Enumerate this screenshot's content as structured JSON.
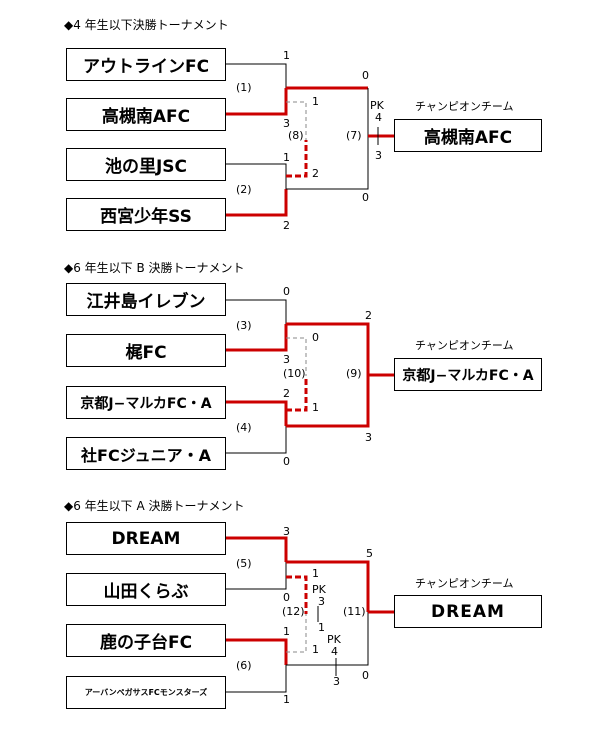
{
  "sections": [
    {
      "heading": "◆4 年生以下決勝トーナメント",
      "teams": [
        "アウトラインFC",
        "高槻南AFC",
        "池の里JSC",
        "西宮少年SS"
      ],
      "match_labels": [
        "(1)",
        "(2)",
        "(8)",
        "(7)"
      ],
      "scores": {
        "t1": "1",
        "t2": "3",
        "t3": "1",
        "t4": "2",
        "m8_top": "1",
        "m8_bot": "2",
        "f_top": "0",
        "f_bot": "0"
      },
      "pk": {
        "label": "PK",
        "top": "4",
        "bot": "3"
      },
      "champion_label": "チャンピオンチーム",
      "champion": "高槻南AFC"
    },
    {
      "heading": "◆6 年生以下 B 決勝トーナメント",
      "teams": [
        "江井島イレブン",
        "梶FC",
        "京都J−マルカFC・A",
        "社FCジュニア・A"
      ],
      "match_labels": [
        "(3)",
        "(4)",
        "(10)",
        "(9)"
      ],
      "scores": {
        "t1": "0",
        "t2": "3",
        "t3": "2",
        "t4": "0",
        "m10_top": "0",
        "m10_bot": "1",
        "f_top": "2",
        "f_bot": "3"
      },
      "champion_label": "チャンピオンチーム",
      "champion": "京都J−マルカFC・A"
    },
    {
      "heading": "◆6 年生以下 A 決勝トーナメント",
      "teams": [
        "DREAM",
        "山田くらぶ",
        "鹿の子台FC",
        "アーバンペガサスFCモンスターズ"
      ],
      "match_labels": [
        "(5)",
        "(6)",
        "(12)",
        "(11)"
      ],
      "scores": {
        "t1": "3",
        "t2": "0",
        "t3": "1",
        "t4": "1",
        "m12_top": "1",
        "m12_bot": "1",
        "f_top": "5",
        "f_bot": "0"
      },
      "pk_semi": {
        "label": "PK",
        "top": "3",
        "bot": "1"
      },
      "pk_final": {
        "label": "PK",
        "top": "4",
        "bot": "3"
      },
      "champion_label": "チャンピオンチーム",
      "champion": "DREAM"
    }
  ],
  "colors": {
    "winner_line": "#cc0000",
    "line": "#000000",
    "dashed": "#888888"
  }
}
